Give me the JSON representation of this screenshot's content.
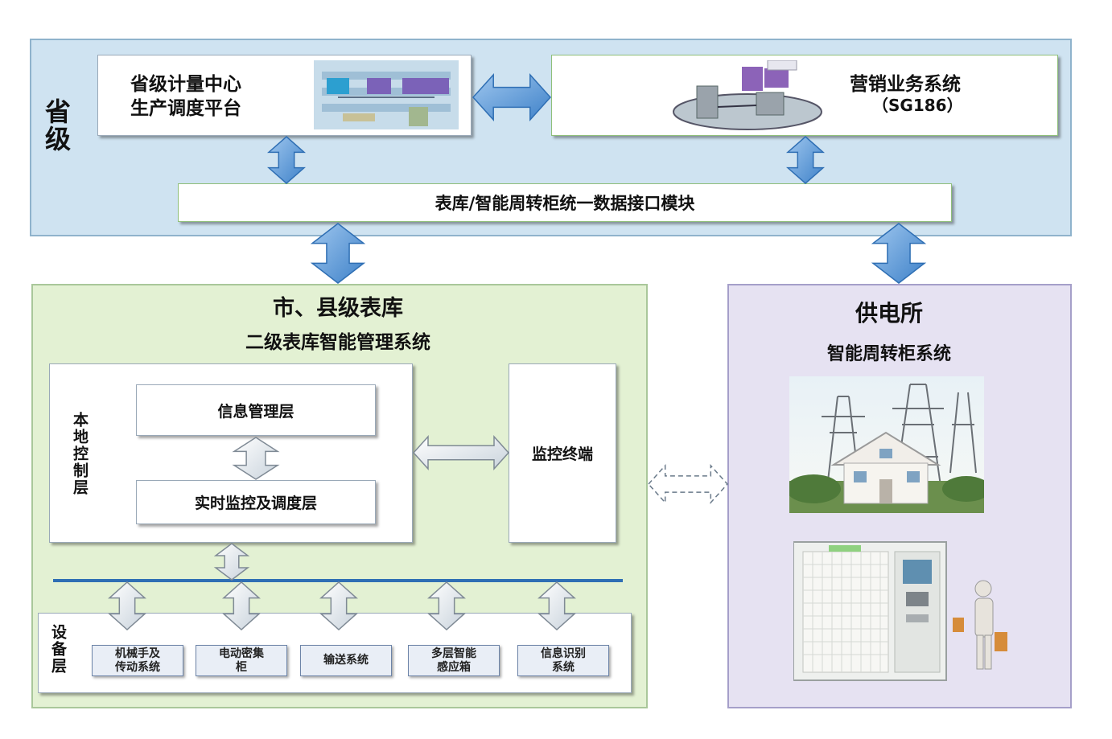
{
  "provincial": {
    "label": "省级",
    "center": {
      "line1": "省级计量中心",
      "line2": "生产调度平台"
    },
    "marketing": {
      "line1": "营销业务系统",
      "line2": "（SG186）"
    },
    "interface": "表库/智能周转柜统一数据接口模块"
  },
  "city": {
    "title": "市、县级表库",
    "subtitle": "二级表库智能管理系统",
    "local_layer": "本地控制层",
    "info_layer": "信息管理层",
    "realtime_layer": "实时监控及调度层",
    "monitor_terminal": "监控终端",
    "device_layer": "设备层",
    "devices": [
      {
        "l1": "机械手及",
        "l2": "传动系统"
      },
      {
        "l1": "电动密集",
        "l2": "柜"
      },
      {
        "l1": "输送系统",
        "l2": ""
      },
      {
        "l1": "多层智能",
        "l2": "感应箱"
      },
      {
        "l1": "信息识别",
        "l2": "系统"
      }
    ]
  },
  "supply": {
    "title": "供电所",
    "subtitle": "智能周转柜系统"
  },
  "colors": {
    "arrow_fill": "#6aa2dc",
    "arrow_stroke": "#2f6fb4",
    "bus_line": "#2f6fb4"
  }
}
